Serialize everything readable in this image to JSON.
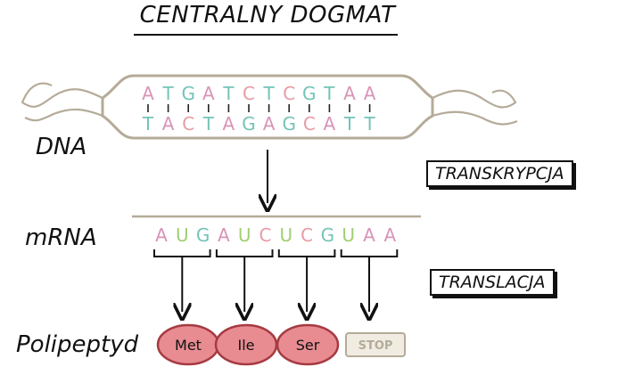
{
  "title": "CENTRALNY DOGMAT",
  "labels": {
    "dna": "DNA",
    "mrna": "mRNA",
    "polypeptide": "Polipeptyd",
    "transcription": "TRANSKRYPCJA",
    "translation": "TRANSLACJA"
  },
  "dna": {
    "top_strand": [
      "A",
      "T",
      "G",
      "A",
      "T",
      "C",
      "T",
      "C",
      "G",
      "T",
      "A",
      "A"
    ],
    "bottom_strand": [
      "T",
      "A",
      "C",
      "T",
      "A",
      "G",
      "A",
      "G",
      "C",
      "A",
      "T",
      "T"
    ]
  },
  "mrna": [
    "A",
    "U",
    "G",
    "A",
    "U",
    "C",
    "U",
    "C",
    "G",
    "U",
    "A",
    "A"
  ],
  "amino_acids": [
    "Met",
    "Ile",
    "Ser"
  ],
  "stop_label": "STOP",
  "colors": {
    "A": "#d993b8",
    "T": "#73c4b8",
    "U": "#9fcf72",
    "G": "#73c4b8",
    "C": "#e79ba4",
    "dna_outline": "#b4ab98",
    "amino_fill": "#e88c92",
    "amino_stroke": "#a63a42",
    "stop_fill": "#f1ece2",
    "stop_stroke": "#b4ab98"
  }
}
